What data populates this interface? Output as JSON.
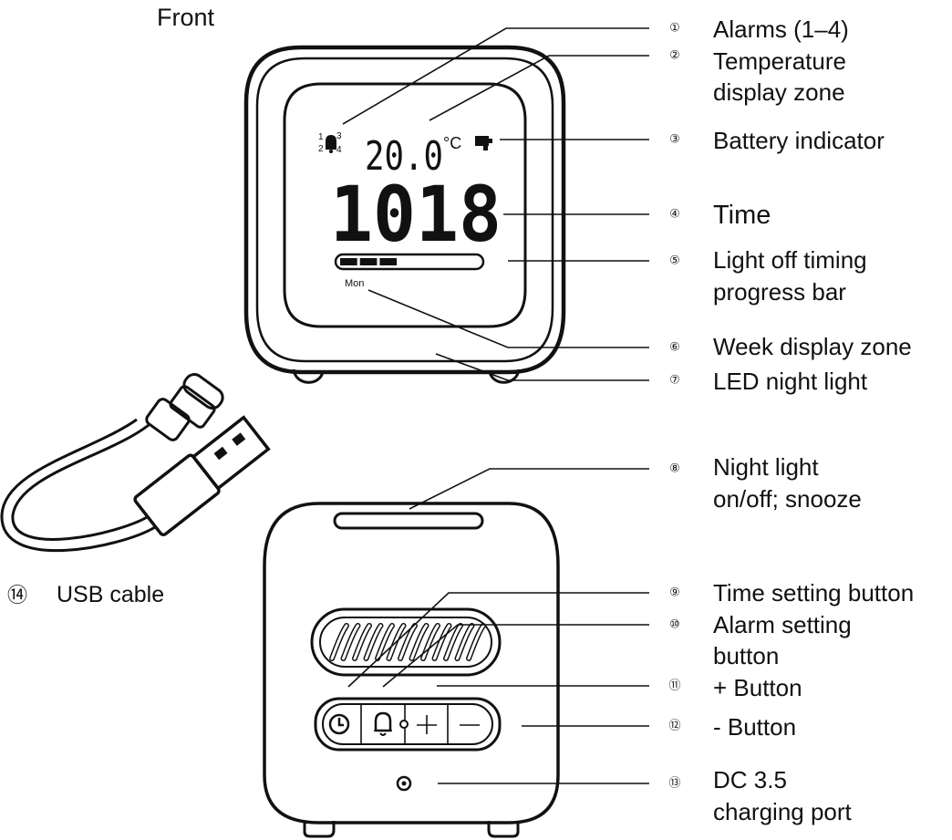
{
  "heading": "Front",
  "display": {
    "alarm_digits": [
      "1",
      "2",
      "3",
      "4"
    ],
    "temperature": "20.0",
    "temperature_unit": "°C",
    "time": "1018",
    "weekday": "Mon",
    "progress_segments_filled": 3,
    "progress_segments_total": 7
  },
  "callouts": [
    {
      "num": "①",
      "lines": [
        "Alarms (1–4)"
      ]
    },
    {
      "num": "②",
      "lines": [
        "Temperature",
        "display zone"
      ]
    },
    {
      "num": "③",
      "lines": [
        "Battery indicator"
      ]
    },
    {
      "num": "④",
      "lines": [
        "Time"
      ]
    },
    {
      "num": "⑤",
      "lines": [
        "Light off timing",
        "progress bar"
      ]
    },
    {
      "num": "⑥",
      "lines": [
        "Week display zone"
      ]
    },
    {
      "num": "⑦",
      "lines": [
        "LED night light"
      ]
    },
    {
      "num": "⑧",
      "lines": [
        "Night light",
        "on/off; snooze"
      ]
    },
    {
      "num": "⑨",
      "lines": [
        "Time setting button"
      ]
    },
    {
      "num": "⑩",
      "lines": [
        "Alarm setting",
        "button"
      ]
    },
    {
      "num": "⑪",
      "lines": [
        "+ Button"
      ]
    },
    {
      "num": "⑫",
      "lines": [
        "- Button"
      ]
    },
    {
      "num": "⑬",
      "lines": [
        "DC 3.5",
        "charging port"
      ]
    }
  ],
  "usb": {
    "num": "⑭",
    "label": "USB cable"
  },
  "icons": [
    "bell-icon",
    "clock-icon",
    "battery-icon",
    "plus-icon",
    "minus-icon",
    "charging-port-icon"
  ]
}
